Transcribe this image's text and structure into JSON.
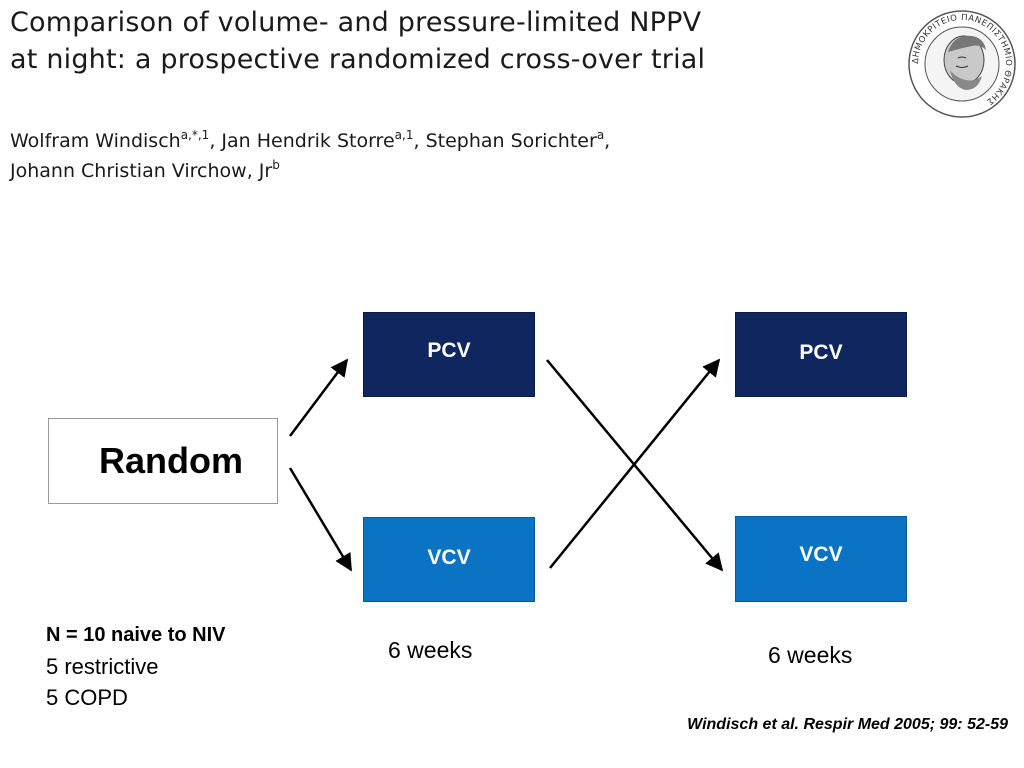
{
  "header": {
    "title_line1": "Comparison of volume- and pressure-limited NPPV",
    "title_line2": "at night: a prospective randomized cross-over trial",
    "authors": [
      {
        "name": "Wolfram Windisch",
        "sup": "a,*,1",
        "sep": ", "
      },
      {
        "name": "Jan Hendrik Storre",
        "sup": "a,1",
        "sep": ", "
      },
      {
        "name": "Stephan Sorichter",
        "sup": "a",
        "sep": ","
      },
      {
        "name": "Johann Christian Virchow, Jr",
        "sup": "b",
        "sep": ""
      }
    ]
  },
  "seal": {
    "text": "ΔΗΜΟΚΡΙΤΕΙΟ ΠΑΝΕΠΙΣΤΗΜΙΟ ΘΡΑΚΗΣ",
    "icon": "university-seal-icon"
  },
  "diagram": {
    "random_label": "Random",
    "arm1_top": "PCV",
    "arm1_bottom": "VCV",
    "arm2_top": "PCV",
    "arm2_bottom": "VCV",
    "period1_label": "6 weeks",
    "period2_label": "6 weeks",
    "colors": {
      "pcv": "#10265e",
      "vcv": "#0b73c4"
    }
  },
  "cohort": {
    "n_label": "N = 10 naive to NIV",
    "restrictive": "5 restrictive",
    "copd": "5 COPD"
  },
  "citation": "Windisch et al. Respir Med 2005; 99: 52-59"
}
